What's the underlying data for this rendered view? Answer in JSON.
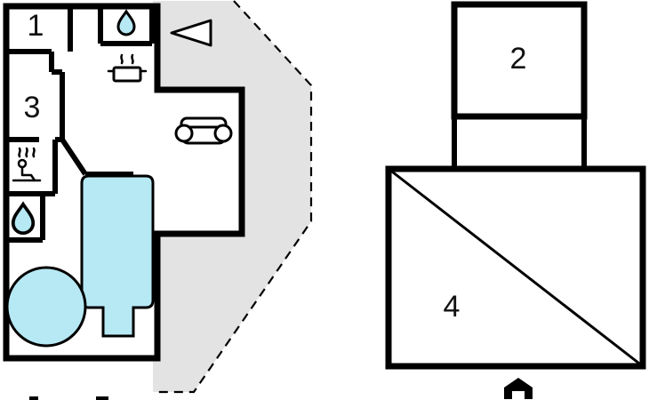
{
  "rooms": {
    "room1": "1",
    "room2": "2",
    "room3": "3",
    "room4": "4"
  },
  "colors": {
    "water": "#b6e9f4",
    "terrace": "#e3e3e3",
    "wall": "#000000",
    "paper": "#ffffff"
  }
}
